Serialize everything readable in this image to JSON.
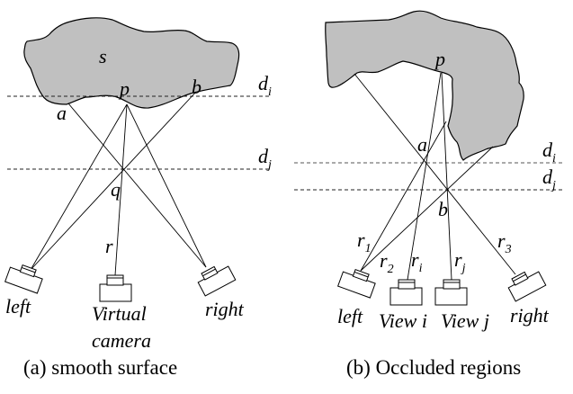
{
  "figure": {
    "panel_a": {
      "caption": "(a) smooth surface",
      "surface_label": "s",
      "points": {
        "p": "p",
        "a": "a",
        "b": "b",
        "q": "q"
      },
      "ray_label": "r",
      "depth_planes": {
        "di_base": "d",
        "di_sub": "i",
        "dj_base": "d",
        "dj_sub": "j"
      },
      "cameras": {
        "left": "left",
        "virtual_line1": "Virtual",
        "virtual_line2": "camera",
        "right": "right"
      }
    },
    "panel_b": {
      "caption": "(b) Occluded regions",
      "points": {
        "p": "p",
        "a": "a",
        "b": "b"
      },
      "depth_planes": {
        "di_base": "d",
        "di_sub": "i",
        "dj_base": "d",
        "dj_sub": "j"
      },
      "rays": {
        "r1_base": "r",
        "r1_sub": "1",
        "r2_base": "r",
        "r2_sub": "2",
        "ri_base": "r",
        "ri_sub": "i",
        "rj_base": "r",
        "rj_sub": "j",
        "r3_base": "r",
        "r3_sub": "3"
      },
      "cameras": {
        "left": "left",
        "view_i": "View i",
        "view_j": "View j",
        "right": "right"
      }
    }
  }
}
